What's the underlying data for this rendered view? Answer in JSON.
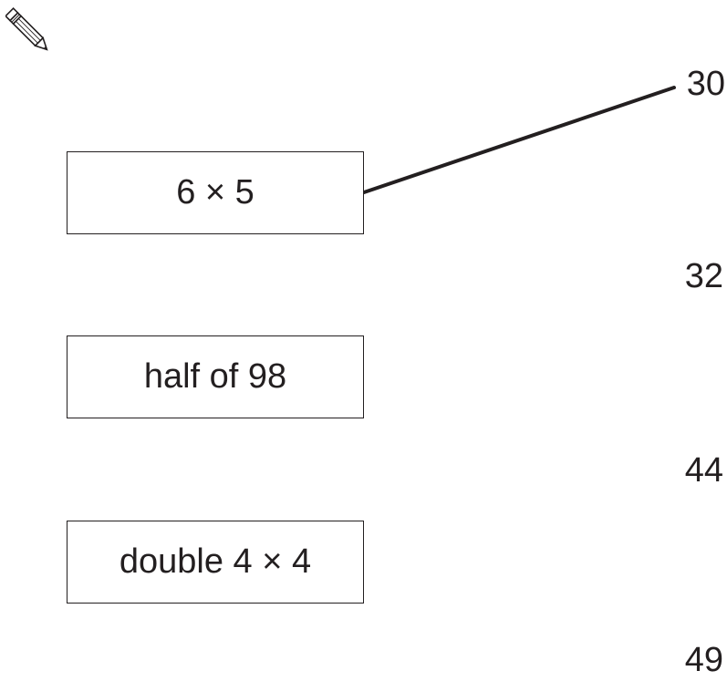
{
  "pencil_icon": "pencil-icon",
  "expressions": [
    {
      "label": "6 × 5"
    },
    {
      "label": "half of 98"
    },
    {
      "label": "double 4 × 4"
    }
  ],
  "numbers": [
    {
      "value": "30"
    },
    {
      "value": "32"
    },
    {
      "value": "44"
    },
    {
      "value": "49"
    }
  ],
  "matches": [
    {
      "expression": "6 × 5",
      "number": "30"
    }
  ],
  "colors": {
    "ink": "#231f20",
    "background": "#ffffff"
  }
}
